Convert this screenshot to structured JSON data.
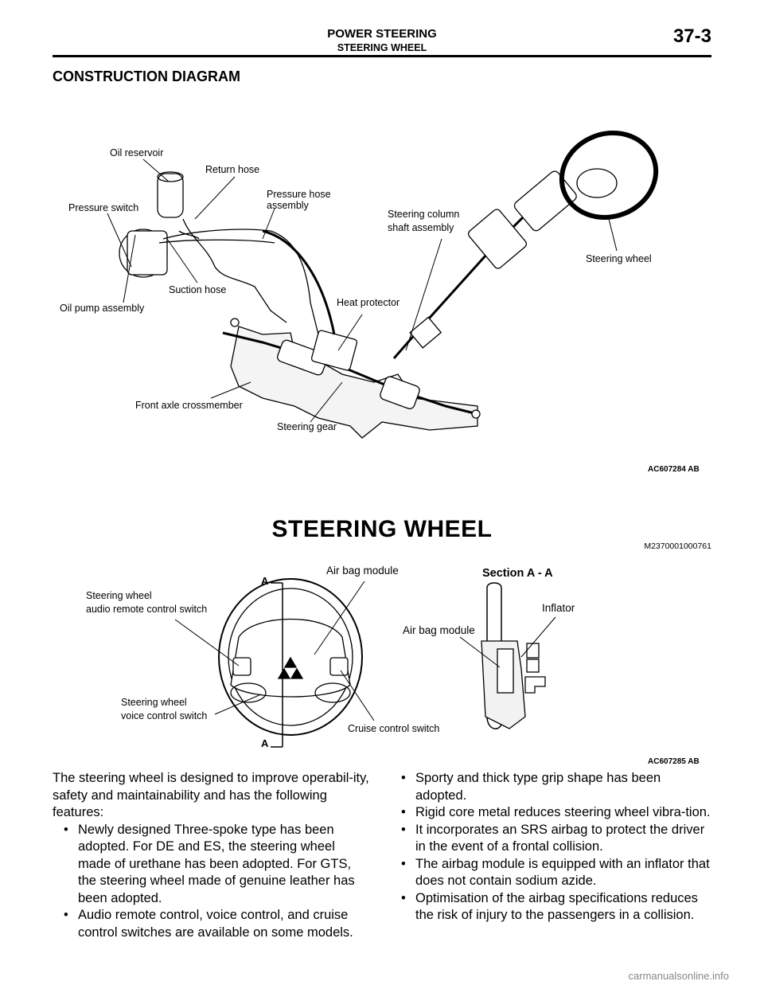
{
  "header": {
    "title": "POWER STEERING",
    "subtitle": "STEERING WHEEL",
    "page_number": "37-3"
  },
  "construction": {
    "heading": "CONSTRUCTION DIAGRAM",
    "labels": {
      "oil_reservoir": "Oil reservoir",
      "return_hose": "Return hose",
      "pressure_hose_1": "Pressure hose",
      "pressure_hose_2": "assembly",
      "pressure_switch": "Pressure switch",
      "column_1": "Steering column",
      "column_2": "shaft assembly",
      "steering_wheel": "Steering wheel",
      "suction_hose": "Suction hose",
      "heat_protector": "Heat protector",
      "oil_pump": "Oil pump assembly",
      "front_axle": "Front axle crossmember",
      "steering_gear": "Steering gear"
    },
    "figure_code": "AC607284 AB"
  },
  "steering_wheel": {
    "heading": "STEERING WHEEL",
    "doc_code": "M2370001000761",
    "labels": {
      "section_a_top": "A",
      "section_a_bottom": "A",
      "airbag_module": "Air bag module",
      "section": "Section A - A",
      "audio_1": "Steering wheel",
      "audio_2": "audio remote control switch",
      "inflator": "Inflator",
      "airbag_module_2": "Air bag module",
      "voice_1": "Steering wheel",
      "voice_2": "voice control switch",
      "cruise": "Cruise control switch"
    },
    "figure_code": "AC607285 AB"
  },
  "text": {
    "intro": "The steering wheel is designed to improve operabil-ity, safety and maintainability and has the following features:",
    "bullet_char": "•",
    "left_items": [
      "Newly designed Three-spoke type has been adopted. For DE and ES, the steering wheel made of urethane has been adopted. For GTS, the steering wheel made of genuine leather has been adopted.",
      "Audio remote control, voice control, and cruise control switches are available on some models."
    ],
    "right_items": [
      "Sporty and thick type grip shape has been adopted.",
      "Rigid core metal reduces steering wheel vibra-tion.",
      "It incorporates an SRS airbag to protect the driver in the event of a frontal collision.",
      "The airbag module is equipped with an inflator that does not contain sodium azide.",
      "Optimisation of the airbag specifications reduces the risk of injury to the passengers in a collision."
    ]
  },
  "watermark": "carmanualsonline.info"
}
